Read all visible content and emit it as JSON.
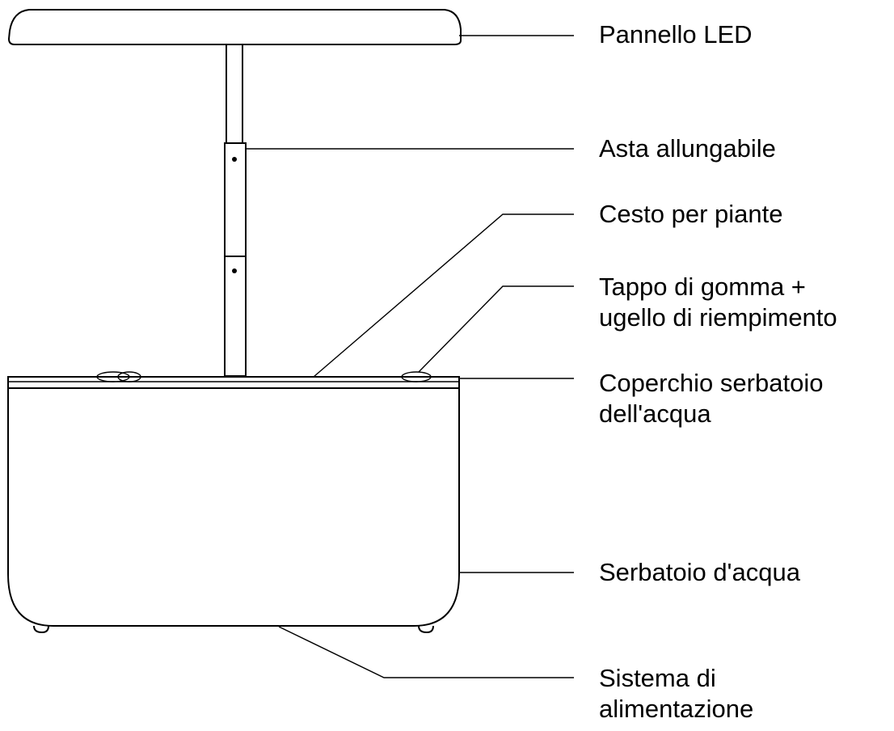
{
  "labels": {
    "led_panel": "Pannello LED",
    "extendable_rod": "Asta allungabile",
    "plant_basket": "Cesto per piante",
    "rubber_cap_line1": "Tappo di gomma +",
    "rubber_cap_line2": "ugello di riempimento",
    "tank_lid_line1": "Coperchio serbatoio",
    "tank_lid_line2": "dell'acqua",
    "water_tank": "Serbatoio d'acqua",
    "power_system_line1": "Sistema di",
    "power_system_line2": "alimentazione"
  },
  "colors": {
    "line": "#000000",
    "background": "#ffffff"
  }
}
